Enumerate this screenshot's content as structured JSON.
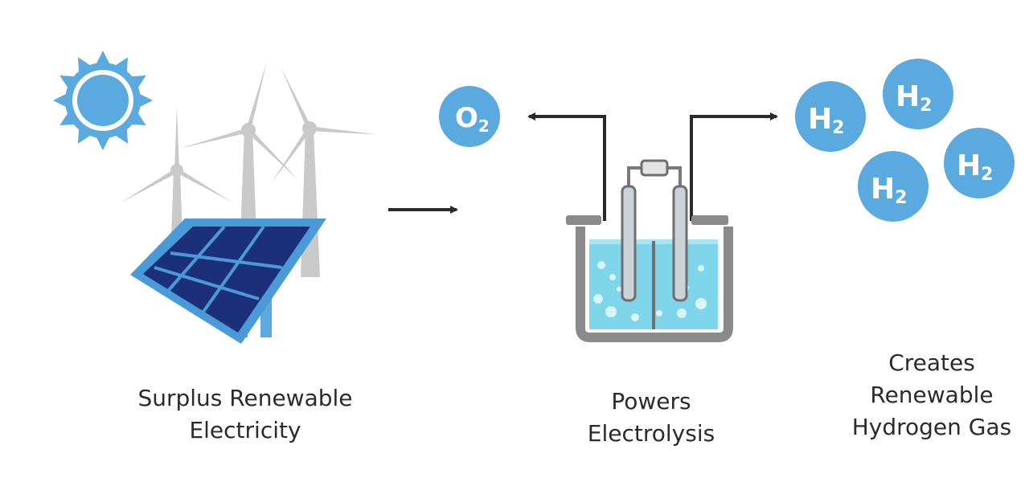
{
  "colors": {
    "accent_blue": "#5aa9df",
    "panel_navy": "#1b2f7a",
    "panel_frame": "#4a9ad8",
    "turbine_gray": "#c9c9c9",
    "beaker_gray": "#8a8a8a",
    "water_cyan": "#7fd6ea",
    "arrow_dark": "#2a2a2a",
    "text_dark": "#2b2b2b"
  },
  "source": {
    "caption_lines": [
      "Surplus Renewable",
      "Electricity"
    ],
    "icons": [
      "sun-icon",
      "wind-turbine-icon",
      "solar-panel-icon"
    ]
  },
  "process": {
    "caption_lines": [
      "Powers",
      "Electrolysis"
    ],
    "icons": [
      "electrolysis-beaker-icon",
      "electrode-icon"
    ]
  },
  "output": {
    "caption_lines": [
      "Creates",
      "Renewable",
      "Hydrogen Gas"
    ]
  },
  "oxygen": {
    "symbol": "O",
    "subscript": "2"
  },
  "hydrogen": {
    "symbol": "H",
    "subscript": "2",
    "count": 4
  }
}
